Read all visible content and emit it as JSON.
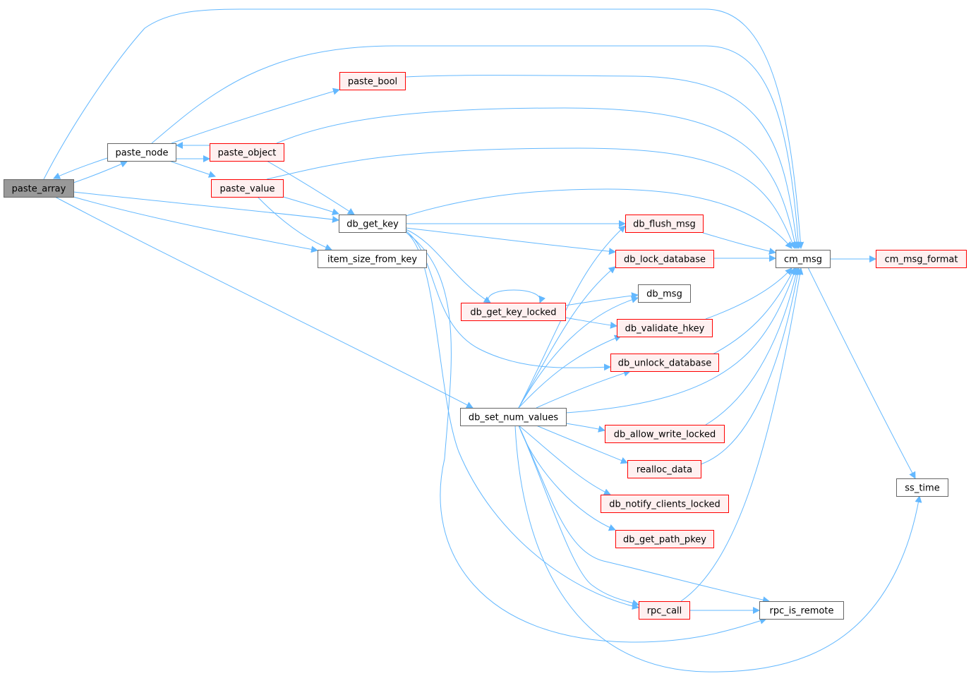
{
  "colors": {
    "edge": "#63b8ff",
    "root_fill": "#999999",
    "root_stroke": "#666666",
    "plain_fill": "#ffffff",
    "plain_stroke": "#666666",
    "truncated_fill": "#fff0f0",
    "truncated_stroke": "#ff0000"
  },
  "nodes": [
    {
      "id": "paste_array",
      "label": "paste_array",
      "style": "root"
    },
    {
      "id": "paste_node",
      "label": "paste_node",
      "style": "plain"
    },
    {
      "id": "paste_bool",
      "label": "paste_bool",
      "style": "truncated"
    },
    {
      "id": "paste_object",
      "label": "paste_object",
      "style": "truncated"
    },
    {
      "id": "paste_value",
      "label": "paste_value",
      "style": "truncated"
    },
    {
      "id": "db_get_key",
      "label": "db_get_key",
      "style": "plain"
    },
    {
      "id": "item_size_from_key",
      "label": "item_size_from_key",
      "style": "plain"
    },
    {
      "id": "db_get_key_locked",
      "label": "db_get_key_locked",
      "style": "truncated"
    },
    {
      "id": "db_set_num_values",
      "label": "db_set_num_values",
      "style": "plain"
    },
    {
      "id": "db_flush_msg",
      "label": "db_flush_msg",
      "style": "truncated"
    },
    {
      "id": "db_lock_database",
      "label": "db_lock_database",
      "style": "truncated"
    },
    {
      "id": "db_msg",
      "label": "db_msg",
      "style": "plain"
    },
    {
      "id": "db_validate_hkey",
      "label": "db_validate_hkey",
      "style": "truncated"
    },
    {
      "id": "db_unlock_database",
      "label": "db_unlock_database",
      "style": "truncated"
    },
    {
      "id": "db_allow_write_locked",
      "label": "db_allow_write_locked",
      "style": "truncated"
    },
    {
      "id": "realloc_data",
      "label": "realloc_data",
      "style": "truncated"
    },
    {
      "id": "db_notify_clients_locked",
      "label": "db_notify_clients_locked",
      "style": "truncated"
    },
    {
      "id": "db_get_path_pkey",
      "label": "db_get_path_pkey",
      "style": "truncated"
    },
    {
      "id": "rpc_call",
      "label": "rpc_call",
      "style": "truncated"
    },
    {
      "id": "rpc_is_remote",
      "label": "rpc_is_remote",
      "style": "plain"
    },
    {
      "id": "cm_msg",
      "label": "cm_msg",
      "style": "plain"
    },
    {
      "id": "cm_msg_format",
      "label": "cm_msg_format",
      "style": "truncated"
    },
    {
      "id": "ss_time",
      "label": "ss_time",
      "style": "plain"
    }
  ],
  "edges": [
    {
      "from": "paste_array",
      "to": "cm_msg"
    },
    {
      "from": "paste_array",
      "to": "paste_node"
    },
    {
      "from": "paste_array",
      "to": "db_get_key"
    },
    {
      "from": "paste_array",
      "to": "item_size_from_key"
    },
    {
      "from": "paste_array",
      "to": "db_set_num_values"
    },
    {
      "from": "paste_node",
      "to": "paste_array"
    },
    {
      "from": "paste_node",
      "to": "cm_msg"
    },
    {
      "from": "paste_node",
      "to": "paste_bool"
    },
    {
      "from": "paste_node",
      "to": "paste_object"
    },
    {
      "from": "paste_node",
      "to": "paste_value"
    },
    {
      "from": "paste_object",
      "to": "paste_node"
    },
    {
      "from": "paste_bool",
      "to": "cm_msg"
    },
    {
      "from": "paste_object",
      "to": "cm_msg"
    },
    {
      "from": "paste_object",
      "to": "db_get_key"
    },
    {
      "from": "paste_value",
      "to": "cm_msg"
    },
    {
      "from": "paste_value",
      "to": "db_get_key"
    },
    {
      "from": "paste_value",
      "to": "item_size_from_key"
    },
    {
      "from": "db_get_key",
      "to": "cm_msg"
    },
    {
      "from": "db_get_key",
      "to": "db_flush_msg"
    },
    {
      "from": "db_get_key",
      "to": "db_lock_database"
    },
    {
      "from": "db_get_key",
      "to": "db_get_key_locked"
    },
    {
      "from": "db_get_key",
      "to": "db_unlock_database"
    },
    {
      "from": "db_get_key",
      "to": "rpc_call"
    },
    {
      "from": "db_get_key",
      "to": "rpc_is_remote"
    },
    {
      "from": "db_get_key_locked",
      "to": "db_get_key_locked"
    },
    {
      "from": "db_get_key_locked",
      "to": "db_msg"
    },
    {
      "from": "db_get_key_locked",
      "to": "db_validate_hkey"
    },
    {
      "from": "db_set_num_values",
      "to": "cm_msg"
    },
    {
      "from": "db_set_num_values",
      "to": "db_flush_msg"
    },
    {
      "from": "db_set_num_values",
      "to": "db_lock_database"
    },
    {
      "from": "db_set_num_values",
      "to": "db_msg"
    },
    {
      "from": "db_set_num_values",
      "to": "db_validate_hkey"
    },
    {
      "from": "db_set_num_values",
      "to": "db_unlock_database"
    },
    {
      "from": "db_set_num_values",
      "to": "db_allow_write_locked"
    },
    {
      "from": "db_set_num_values",
      "to": "realloc_data"
    },
    {
      "from": "db_set_num_values",
      "to": "db_notify_clients_locked"
    },
    {
      "from": "db_set_num_values",
      "to": "db_get_path_pkey"
    },
    {
      "from": "db_set_num_values",
      "to": "rpc_call"
    },
    {
      "from": "db_set_num_values",
      "to": "rpc_is_remote"
    },
    {
      "from": "db_set_num_values",
      "to": "ss_time"
    },
    {
      "from": "db_flush_msg",
      "to": "cm_msg"
    },
    {
      "from": "db_lock_database",
      "to": "cm_msg"
    },
    {
      "from": "db_validate_hkey",
      "to": "cm_msg"
    },
    {
      "from": "db_unlock_database",
      "to": "cm_msg"
    },
    {
      "from": "db_allow_write_locked",
      "to": "cm_msg"
    },
    {
      "from": "realloc_data",
      "to": "cm_msg"
    },
    {
      "from": "rpc_call",
      "to": "cm_msg"
    },
    {
      "from": "rpc_call",
      "to": "rpc_is_remote"
    },
    {
      "from": "cm_msg",
      "to": "cm_msg_format"
    },
    {
      "from": "cm_msg",
      "to": "ss_time"
    }
  ]
}
